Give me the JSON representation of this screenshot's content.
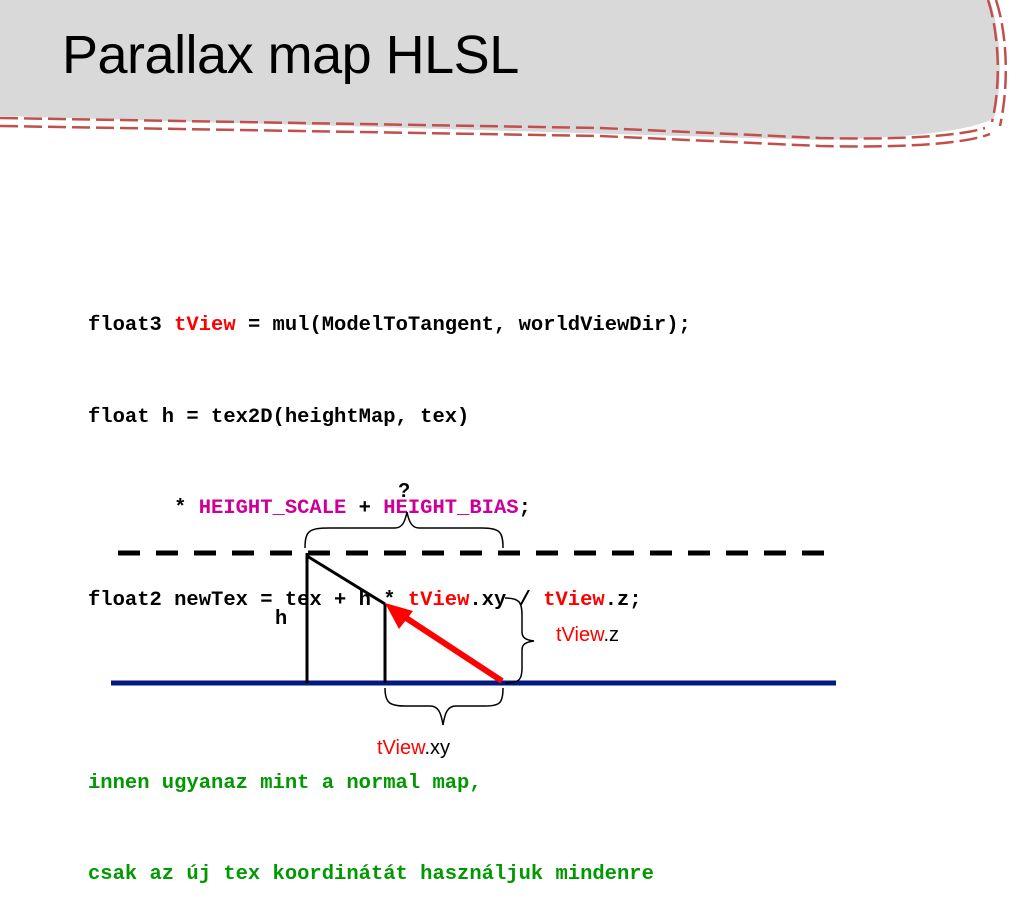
{
  "slide": {
    "title": "Parallax map HLSL"
  },
  "code": {
    "line1": {
      "a": "float3 ",
      "b": "tView",
      "c": " = mul(ModelToTangent, worldViewDir);"
    },
    "line2": {
      "a": "float h = tex2D(heightMap, tex)"
    },
    "line3": {
      "a": "       * ",
      "b": "HEIGHT_SCALE",
      "c": " + ",
      "d": "HEIGHT_BIAS",
      "e": ";"
    },
    "line4": {
      "a": "float2 newTex = tex + h * ",
      "b": "tView",
      "c": ".xy / ",
      "d": "tView",
      "e": ".z;"
    },
    "comment1": "innen ugyanaz mint a normal map,",
    "comment2": "csak az új tex koordinátát használjuk mindenre"
  },
  "diagram": {
    "question": "?",
    "h_label": "h",
    "tview_z": {
      "name": "tView",
      "suffix": ".z"
    },
    "tview_xy": {
      "name": "tView",
      "suffix": ".xy"
    }
  },
  "colors": {
    "banner_fill": "#d9d9d9",
    "banner_edge": "#c0504d",
    "highlight": "#ff0000",
    "macro": "#cc0099",
    "comment": "#009900",
    "surface": "#001a80"
  }
}
